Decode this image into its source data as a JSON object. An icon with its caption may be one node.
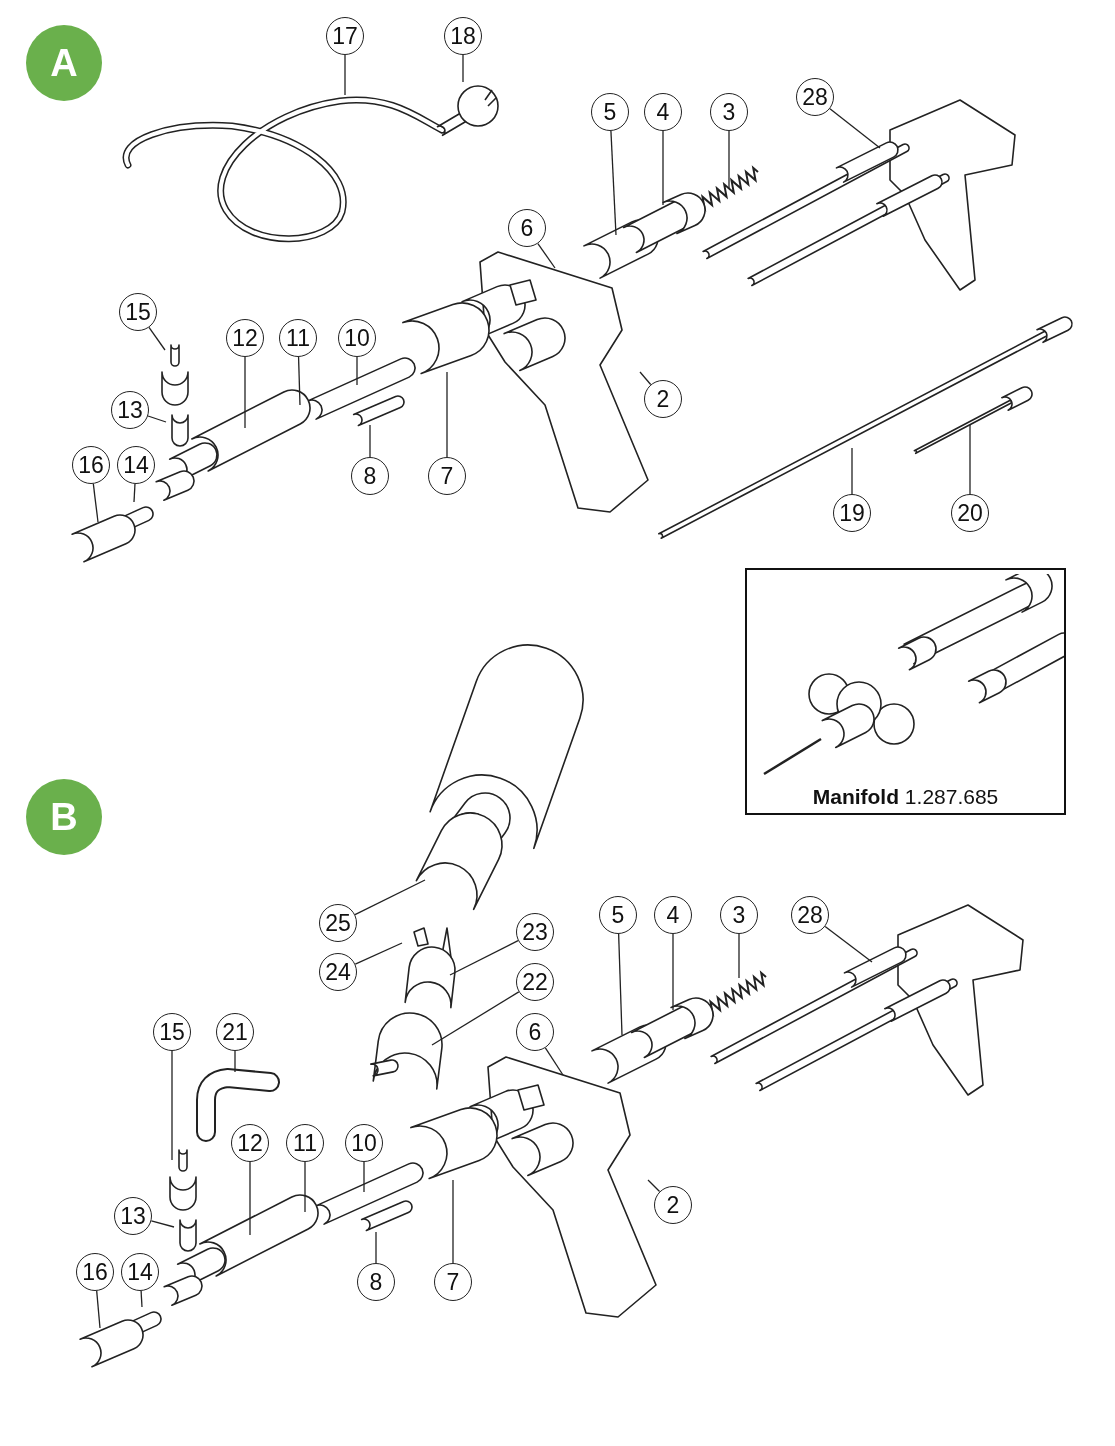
{
  "diagram": {
    "nodes": [
      {
        "text": [
          "A"
        ]
      },
      {
        "text": [
          "17"
        ]
      },
      {
        "text": [
          "18"
        ]
      },
      {
        "text": [
          "5"
        ]
      },
      {
        "text": [
          "4"
        ]
      },
      {
        "text": [
          "3"
        ]
      },
      {
        "text": [
          "28"
        ]
      },
      {
        "text": [
          "6"
        ]
      },
      {
        "text": [
          "15"
        ]
      },
      {
        "text": [
          "12"
        ]
      },
      {
        "text": [
          "11"
        ]
      },
      {
        "text": [
          "10"
        ]
      },
      {
        "text": [
          "13"
        ]
      },
      {
        "text": [
          "16"
        ]
      },
      {
        "text": [
          "14"
        ]
      },
      {
        "text": [
          "8"
        ]
      },
      {
        "text": [
          "7"
        ]
      },
      {
        "text": [
          "2"
        ]
      },
      {
        "text": [
          "19"
        ]
      },
      {
        "text": [
          "20"
        ]
      },
      {
        "text": [
          "**Manifold** 1.287.685"
        ]
      },
      {
        "text": [
          "B"
        ]
      },
      {
        "text": [
          "5"
        ]
      },
      {
        "text": [
          "4"
        ]
      },
      {
        "text": [
          "3"
        ]
      },
      {
        "text": [
          "28"
        ]
      },
      {
        "text": [
          "25"
        ]
      },
      {
        "text": [
          "24"
        ]
      },
      {
        "text": [
          "23"
        ]
      },
      {
        "text": [
          "22"
        ]
      },
      {
        "text": [
          "6"
        ]
      },
      {
        "text": [
          "15"
        ]
      },
      {
        "text": [
          "21"
        ]
      },
      {
        "text": [
          "12"
        ]
      },
      {
        "text": [
          "11"
        ]
      },
      {
        "text": [
          "10"
        ]
      },
      {
        "text": [
          "13"
        ]
      },
      {
        "text": [
          "2"
        ]
      },
      {
        "text": [
          "16"
        ]
      },
      {
        "text": [
          "14"
        ]
      },
      {
        "text": [
          "8"
        ]
      },
      {
        "text": [
          "7"
        ]
      }
    ],
    "edges": [
      {
        "from": 1,
        "to": null,
        "arrow": "none"
      },
      {
        "from": 2,
        "to": null,
        "arrow": "none"
      },
      {
        "from": 3,
        "to": null,
        "arrow": "none"
      },
      {
        "from": 4,
        "to": null,
        "arrow": "none"
      },
      {
        "from": 5,
        "to": null,
        "arrow": "none"
      },
      {
        "from": 6,
        "to": null,
        "arrow": "none"
      },
      {
        "from": 7,
        "to": null,
        "arrow": "none"
      },
      {
        "from": 8,
        "to": null,
        "arrow": "none"
      },
      {
        "from": 9,
        "to": null,
        "arrow": "none"
      },
      {
        "from": 10,
        "to": null,
        "arrow": "none"
      },
      {
        "from": 11,
        "to": null,
        "arrow": "none"
      },
      {
        "from": 12,
        "to": null,
        "arrow": "none"
      },
      {
        "from": 13,
        "to": null,
        "arrow": "none"
      },
      {
        "from": 14,
        "to": null,
        "arrow": "none"
      },
      {
        "from": 15,
        "to": null,
        "arrow": "none"
      },
      {
        "from": 16,
        "to": null,
        "arrow": "none"
      },
      {
        "from": 17,
        "to": null,
        "arrow": "none"
      },
      {
        "from": 18,
        "to": null,
        "arrow": "none"
      },
      {
        "from": 19,
        "to": null,
        "arrow": "none"
      },
      {
        "from": 22,
        "to": null,
        "arrow": "none"
      },
      {
        "from": 23,
        "to": null,
        "arrow": "none"
      },
      {
        "from": 24,
        "to": null,
        "arrow": "none"
      },
      {
        "from": 25,
        "to": null,
        "arrow": "none"
      },
      {
        "from": 26,
        "to": null,
        "arrow": "none"
      },
      {
        "from": 27,
        "to": null,
        "arrow": "none"
      },
      {
        "from": 28,
        "to": null,
        "arrow": "none"
      },
      {
        "from": 29,
        "to": null,
        "arrow": "none"
      },
      {
        "from": 30,
        "to": null,
        "arrow": "none"
      },
      {
        "from": 31,
        "to": null,
        "arrow": "none"
      },
      {
        "from": 32,
        "to": null,
        "arrow": "none"
      },
      {
        "from": 33,
        "to": null,
        "arrow": "none"
      },
      {
        "from": 34,
        "to": null,
        "arrow": "none"
      },
      {
        "from": 35,
        "to": null,
        "arrow": "none"
      },
      {
        "from": 36,
        "to": null,
        "arrow": "none"
      },
      {
        "from": 37,
        "to": null,
        "arrow": "none"
      },
      {
        "from": 38,
        "to": null,
        "arrow": "none"
      },
      {
        "from": 39,
        "to": null,
        "arrow": "none"
      },
      {
        "from": 40,
        "to": null,
        "arrow": "none"
      },
      {
        "from": 41,
        "to": null,
        "arrow": "none"
      }
    ]
  }
}
